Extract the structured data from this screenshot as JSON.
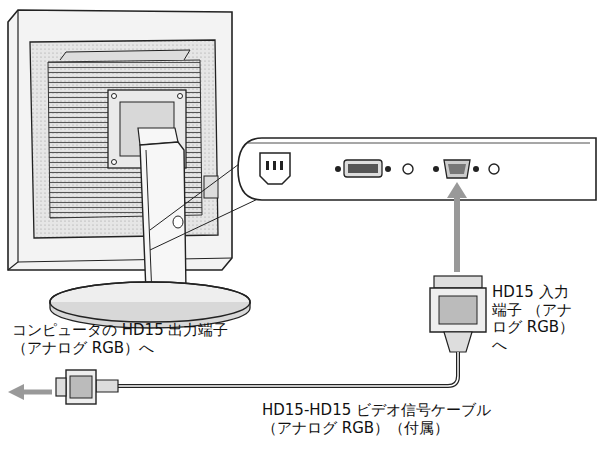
{
  "diagram": {
    "labels": [
      "コンピュータの HD15 出力端子 （アナログ RGB）へ",
      "HD15 入力端子 （アナログ RGB）へ",
      "HD15-HD15 ビデオ信号ケーブル （アナログ RGB）（付属）"
    ]
  }
}
